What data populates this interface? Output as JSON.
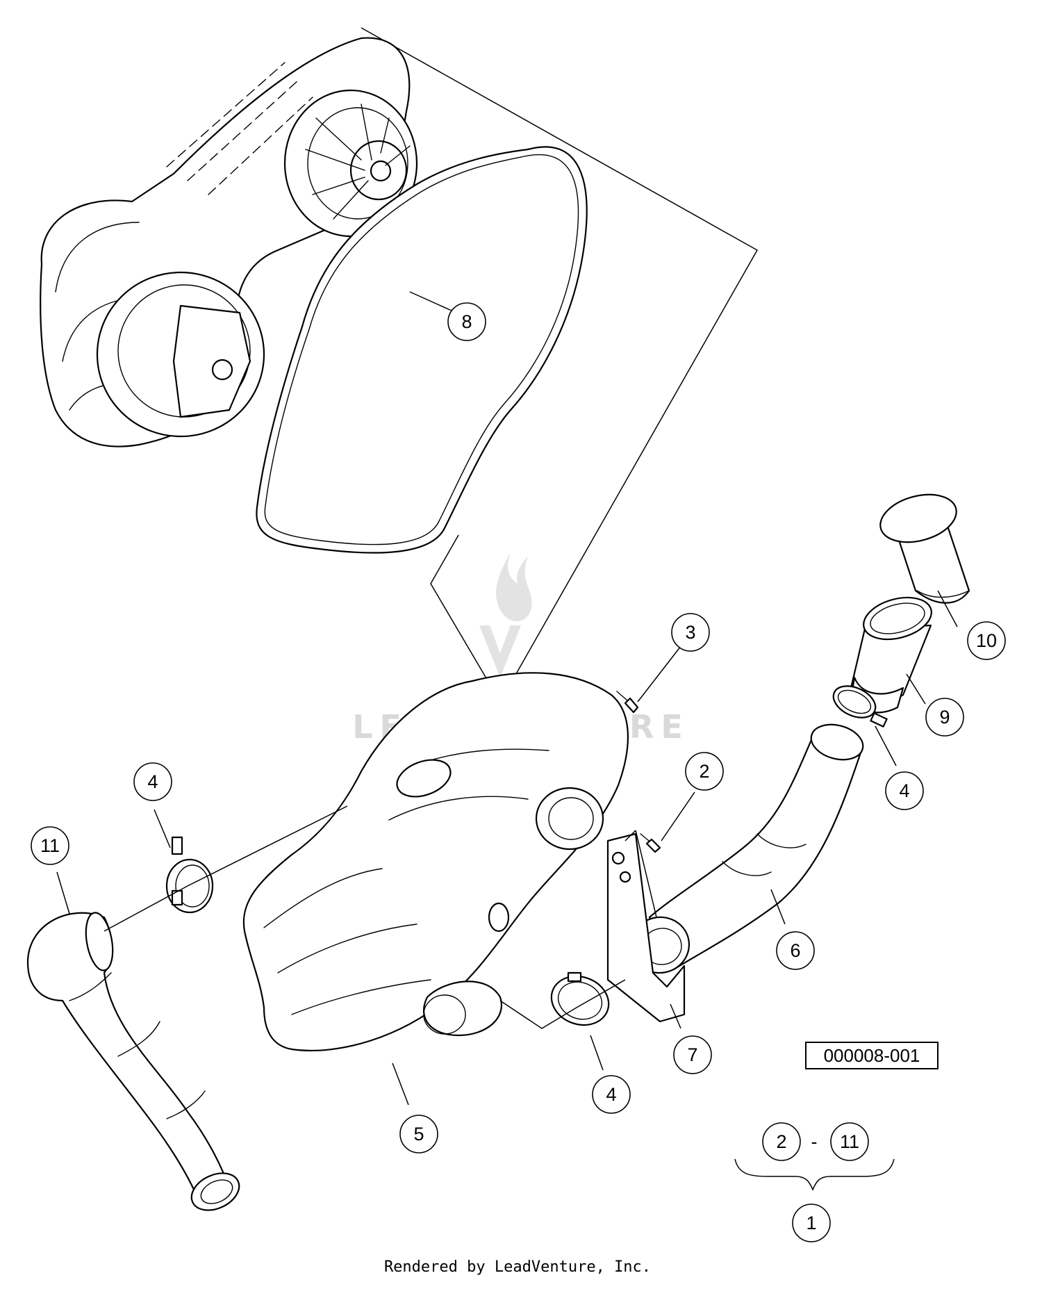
{
  "diagram": {
    "drawing_number": "000008-001",
    "footer": "Rendered by LeadVenture, Inc.",
    "watermark": "LEADVENTURE",
    "group_callout": {
      "from": "2",
      "dash": "-",
      "to": "11",
      "parent": "1"
    },
    "callouts": [
      {
        "id": "c1",
        "label": "8"
      },
      {
        "id": "c2",
        "label": "3"
      },
      {
        "id": "c3",
        "label": "10"
      },
      {
        "id": "c4",
        "label": "9"
      },
      {
        "id": "c5",
        "label": "2"
      },
      {
        "id": "c6",
        "label": "4"
      },
      {
        "id": "c7",
        "label": "4"
      },
      {
        "id": "c8",
        "label": "11"
      },
      {
        "id": "c9",
        "label": "6"
      },
      {
        "id": "c10",
        "label": "7"
      },
      {
        "id": "c11",
        "label": "4"
      },
      {
        "id": "c12",
        "label": "5"
      }
    ]
  }
}
